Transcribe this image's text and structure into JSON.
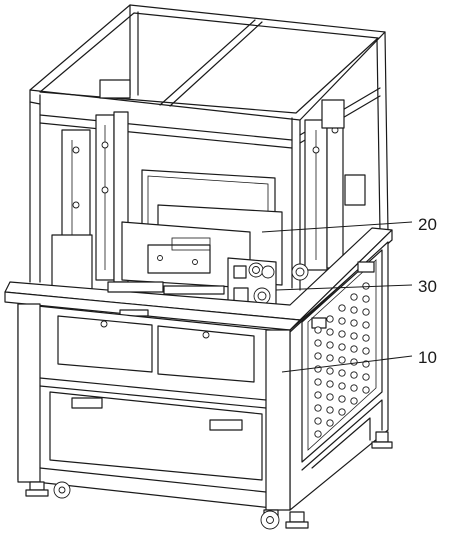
{
  "callouts": [
    {
      "label": "20"
    },
    {
      "label": "30"
    },
    {
      "label": "10"
    }
  ]
}
